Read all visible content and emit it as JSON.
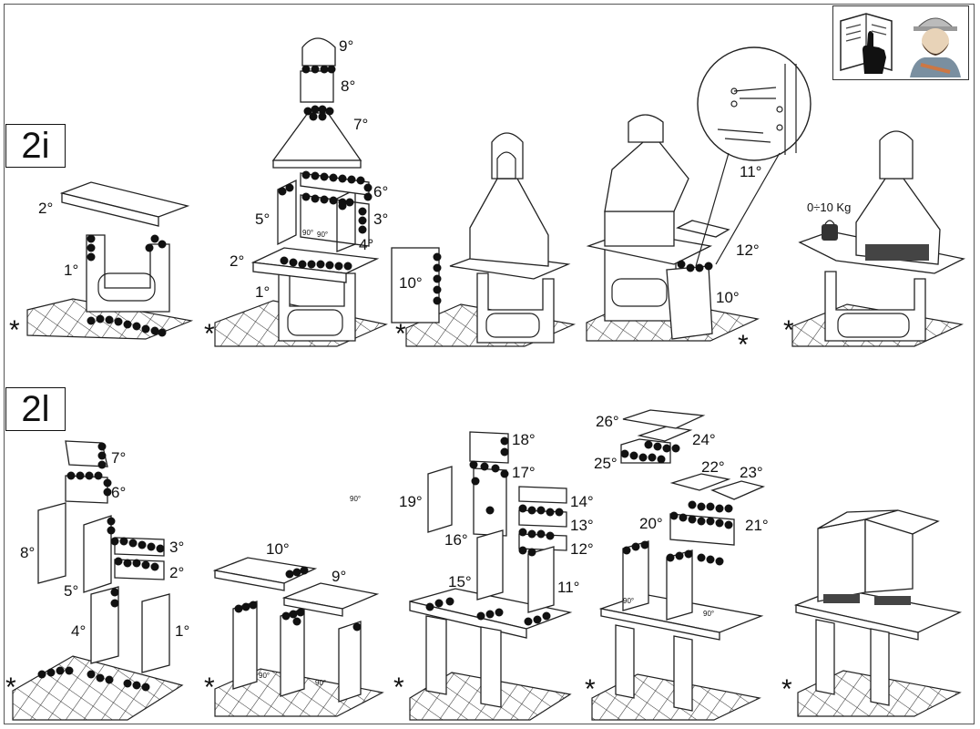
{
  "sections": [
    {
      "id": "2i",
      "label": "2i"
    },
    {
      "id": "2l",
      "label": "2l"
    }
  ],
  "labels_2i": {
    "p1": [
      "2°",
      "1°"
    ],
    "p2": [
      "9°",
      "8°",
      "7°",
      "6°",
      "5°",
      "3°",
      "4°",
      "2°",
      "1°"
    ],
    "p3": [
      "10°"
    ],
    "p4": [
      "11°",
      "12°",
      "10°"
    ],
    "p5": [
      "0÷10 Kg"
    ]
  },
  "labels_2l": {
    "p1": [
      "7°",
      "6°",
      "8°",
      "3°",
      "5°",
      "2°",
      "4°",
      "1°"
    ],
    "p2": [
      "10°",
      "9°"
    ],
    "p3": [
      "18°",
      "17°",
      "19°",
      "14°",
      "16°",
      "13°",
      "12°",
      "15°",
      "11°"
    ],
    "p4": [
      "26°",
      "24°",
      "25°",
      "22°",
      "23°",
      "20°",
      "21°"
    ]
  },
  "angle_marks": [
    "90°",
    "90°"
  ],
  "base_mark": "*",
  "icons": [
    "manual-reading-icon",
    "worker-icon"
  ]
}
